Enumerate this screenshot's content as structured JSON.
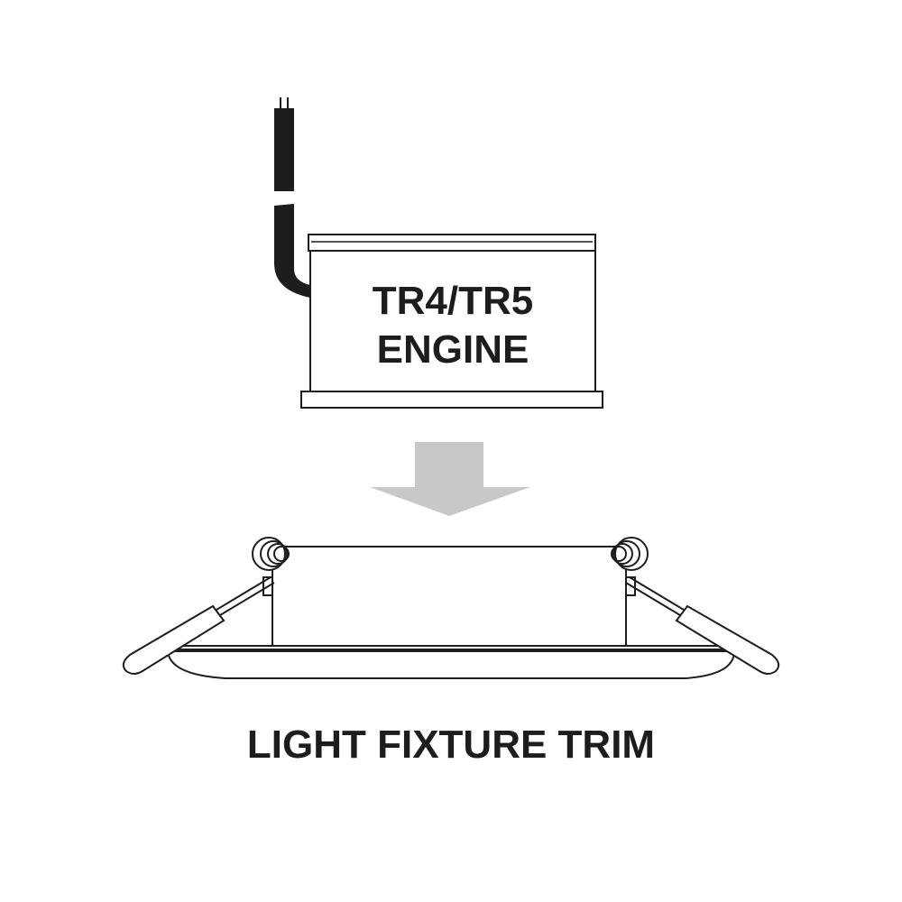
{
  "engine": {
    "line1": "TR4/TR5",
    "line2": "ENGINE"
  },
  "fixture": {
    "label": "LIGHT FIXTURE TRIM"
  },
  "colors": {
    "ink": "#1d1d1b",
    "arrow": "#c8c8c8",
    "background": "#ffffff"
  },
  "icons": {
    "arrow": "down-arrow-icon",
    "cable": "power-cable-icon",
    "spring": "torsion-spring-icon"
  }
}
